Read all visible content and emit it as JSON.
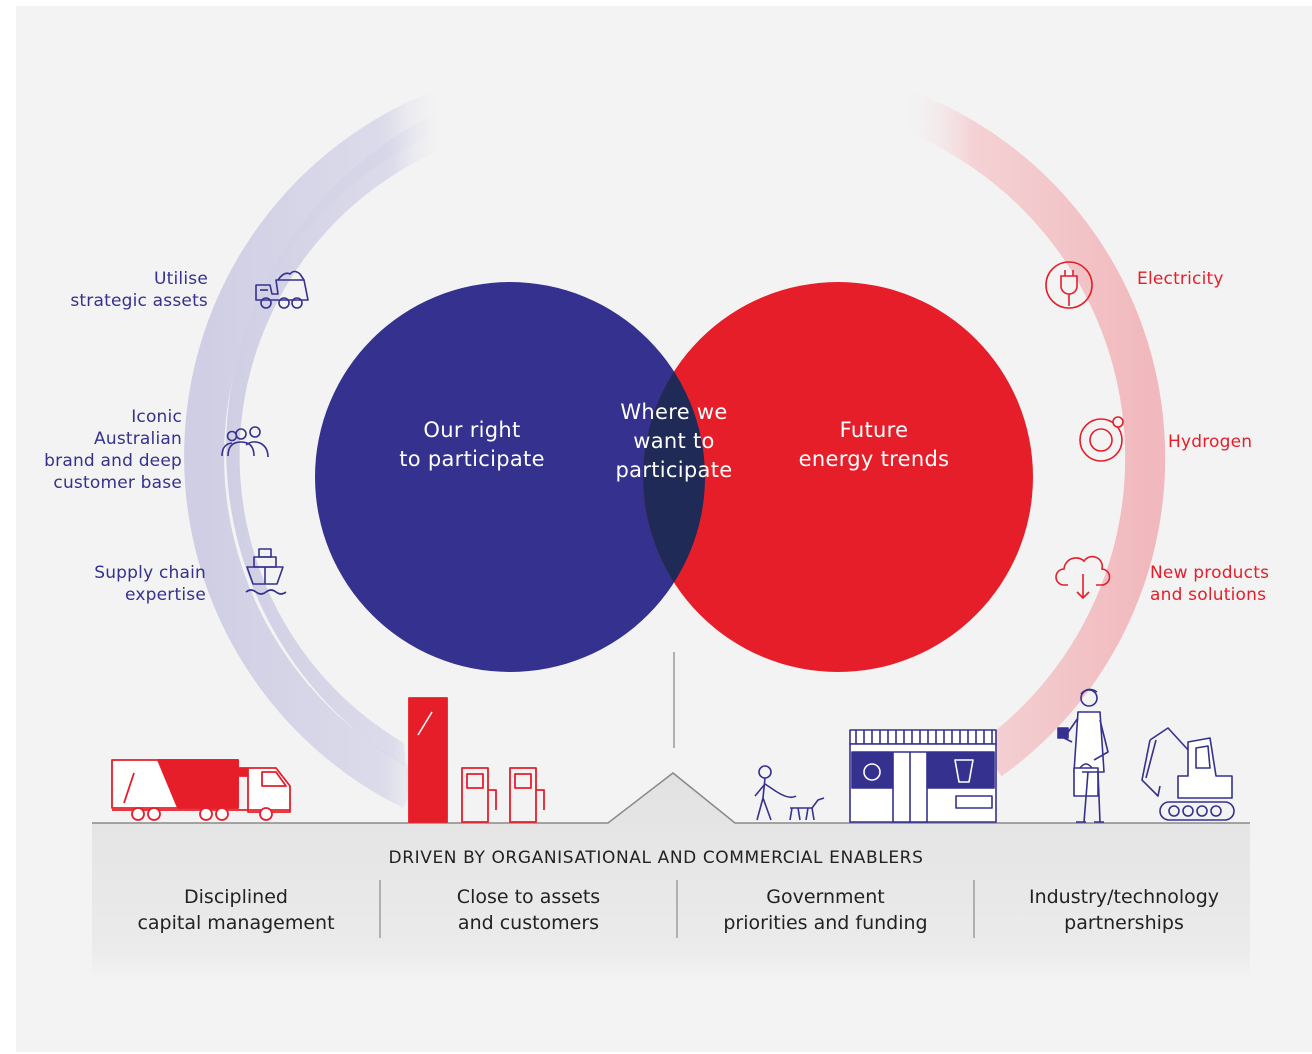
{
  "circles": {
    "left_label": "Our right\nto participate",
    "center_label": "Where we\nwant to\nparticipate",
    "right_label": "Future\nenergy trends"
  },
  "strengths": [
    {
      "label": "Utilise\nstrategic assets",
      "icon": "dump-truck-icon"
    },
    {
      "label": "Iconic\nAustralian\nbrand and deep\ncustomer base",
      "icon": "people-icon"
    },
    {
      "label": "Supply chain\nexpertise",
      "icon": "ship-icon"
    }
  ],
  "trends": [
    {
      "label": "Electricity",
      "icon": "plug-icon"
    },
    {
      "label": "Hydrogen",
      "icon": "hydrogen-icon"
    },
    {
      "label": "New products\nand solutions",
      "icon": "cloud-download-icon"
    }
  ],
  "enablers": {
    "title": "DRIVEN BY ORGANISATIONAL AND COMMERCIAL ENABLERS",
    "items": [
      "Disciplined\ncapital management",
      "Close to assets\nand customers",
      "Government\npriorities and funding",
      "Industry/technology\npartnerships"
    ]
  },
  "colors": {
    "navy": "#34318f",
    "red": "#e61e2a",
    "overlap": "#1f2a56",
    "background": "#f3f3f3"
  }
}
